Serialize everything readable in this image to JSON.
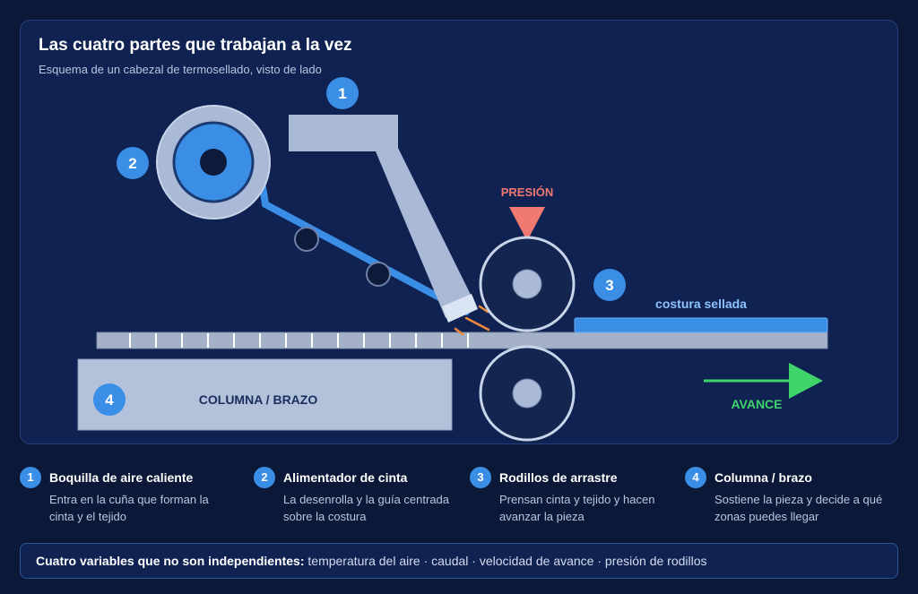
{
  "header": {
    "title": "Las cuatro partes que trabajan a la vez",
    "subtitle": "Esquema de un cabezal de termosellado, visto de lado"
  },
  "diagram": {
    "markers": [
      "1",
      "2",
      "3",
      "4"
    ],
    "pressure_label": "PRESIÓN",
    "seam_label": "costura sellada",
    "column_label": "COLUMNA / BRAZO",
    "advance_label": "AVANCE",
    "colors": {
      "nozzle": "#a9b9d6",
      "tape": "#3a8ee6",
      "pressure": "#f07a72",
      "advance": "#3ed46a",
      "sparks": "#f08a3c",
      "roller_fill": "#14264f",
      "roller_ring": "#c8d4ea"
    }
  },
  "legend": [
    {
      "num": "1",
      "title": "Boquilla de aire caliente",
      "desc": "Entra en la cuña que forman la cinta y el tejido"
    },
    {
      "num": "2",
      "title": "Alimentador de cinta",
      "desc": "La desenrolla y la guía centrada sobre la costura"
    },
    {
      "num": "3",
      "title": "Rodillos de arrastre",
      "desc": "Prensan cinta y tejido y hacen avanzar la pieza"
    },
    {
      "num": "4",
      "title": "Columna / brazo",
      "desc": "Sostiene la pieza y decide a qué zonas puedes llegar"
    }
  ],
  "footer": {
    "label": "Cuatro variables que no son independientes:",
    "text": "temperatura del aire · caudal · velocidad de avance · presión de rodillos"
  }
}
